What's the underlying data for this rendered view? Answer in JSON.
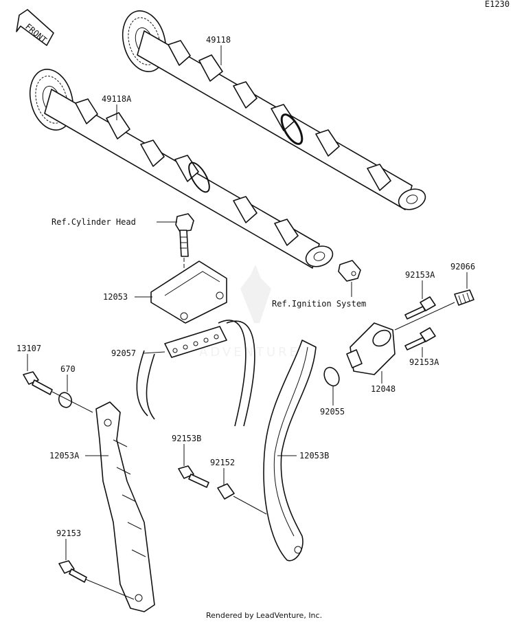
{
  "diagram_code": "E1230",
  "front_label": "FRONT",
  "labels": {
    "camshaft_exhaust": "49118",
    "camshaft_intake": "49118A",
    "ref_cylinder_head": "Ref.Cylinder Head",
    "cap": "12053",
    "ref_ignition": "Ref.Ignition System",
    "bolt_92153a_top": "92153A",
    "plug_92066": "92066",
    "bolt_92153a_bottom": "92153A",
    "tensioner": "12048",
    "oring_92055": "92055",
    "chain": "92057",
    "bolt_13107": "13107",
    "oring_670": "670",
    "guide_left": "12053A",
    "bolt_92153b": "92153B",
    "collar_92152": "92152",
    "guide_right": "12053B",
    "bolt_92153": "92153"
  },
  "watermark": "ADVENTURE",
  "footer": "Rendered by LeadVenture, Inc.",
  "colors": {
    "ink": "#111111",
    "watermark": "#d9d9d9",
    "background": "#ffffff"
  }
}
